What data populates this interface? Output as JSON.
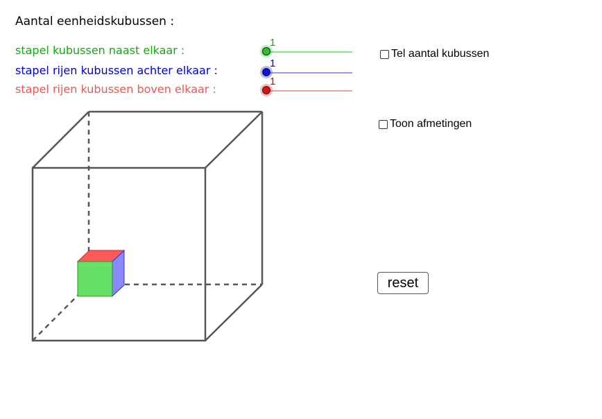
{
  "title": "Aantal eenheidskubussen :",
  "sliders": [
    {
      "label": "stapel kubussen naast elkaar :",
      "value": "1",
      "color": "#11aa11"
    },
    {
      "label": "stapel rijen kubussen achter elkaar :",
      "value": "1",
      "color": "#0000cc"
    },
    {
      "label": "stapel rijen kubussen boven elkaar :",
      "value": "1",
      "color": "#ee5555"
    }
  ],
  "checkboxes": {
    "count_label": "Tel aantal kubussen",
    "dimensions_label": "Toon afmetingen"
  },
  "reset_label": "reset",
  "colors": {
    "cube_front": "#66e066",
    "cube_top": "#ff5a5a",
    "cube_side": "#8888ff",
    "box_edge": "#555555"
  }
}
